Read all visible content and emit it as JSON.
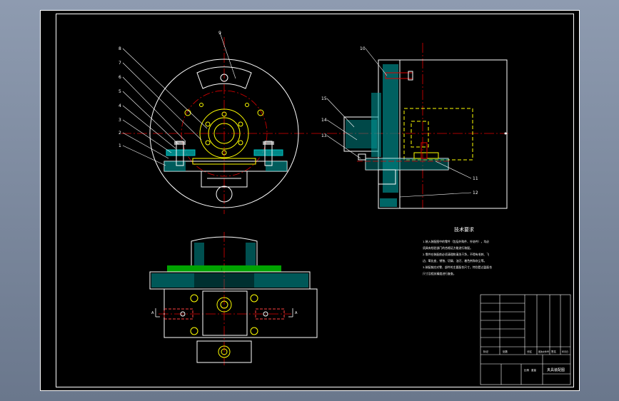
{
  "drawing": {
    "colors": {
      "background": "#000000",
      "frame": "#ffffff",
      "centerline": "#e00000",
      "part": "#ffff00",
      "hatch": "#00c0c0",
      "green": "#00d000",
      "viewport": "#7d8aa0"
    },
    "balloons": {
      "front": [
        "9",
        "8",
        "7",
        "6",
        "5",
        "4",
        "3",
        "2",
        "1"
      ],
      "side": [
        "10",
        "15",
        "14",
        "13",
        "11",
        "12"
      ]
    },
    "section_marks": {
      "left": "A",
      "right": "A"
    },
    "tech_requirements": {
      "title": "技术要求",
      "lines": [
        "1.装入装配图中的零件（包括外购件、外协件），均必",
        "须具有检验部门的合格证方能进行装配。",
        "2.零件在装配前必须清理和清洗干净，不得有毛刺、飞",
        "边、氧化皮、锈蚀、切屑、油污、着色剂和灰尘等。",
        "3.装配前应对零、部件的主要配合尺寸，特别是过盈配合",
        "尺寸及相关精度进行复查。"
      ]
    },
    "title_block": {
      "drawing_name": "夹具装配图",
      "labels": [
        "标记",
        "处数",
        "分区",
        "更改文件号",
        "签名",
        "年月日"
      ],
      "scale_label": "比例",
      "weight_label": "重量"
    }
  }
}
